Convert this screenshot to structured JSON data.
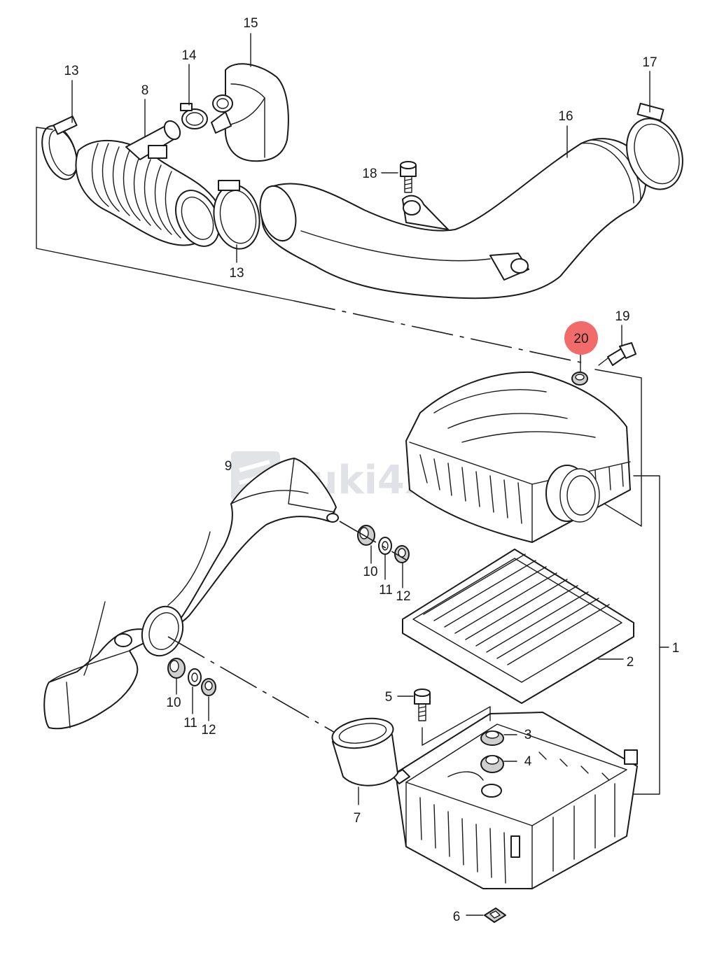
{
  "watermark": "zuki4x4.hu",
  "highlight_color": "#f26b6b",
  "callouts": {
    "c1": "1",
    "c2": "2",
    "c3": "3",
    "c4": "4",
    "c5": "5",
    "c6": "6",
    "c7": "7",
    "c8": "8",
    "c9": "9",
    "c10a": "10",
    "c10b": "10",
    "c11a": "11",
    "c11b": "11",
    "c12a": "12",
    "c12b": "12",
    "c13a": "13",
    "c13b": "13",
    "c14": "14",
    "c15": "15",
    "c16": "16",
    "c17": "17",
    "c18": "18",
    "c19": "19",
    "c20": "20"
  }
}
